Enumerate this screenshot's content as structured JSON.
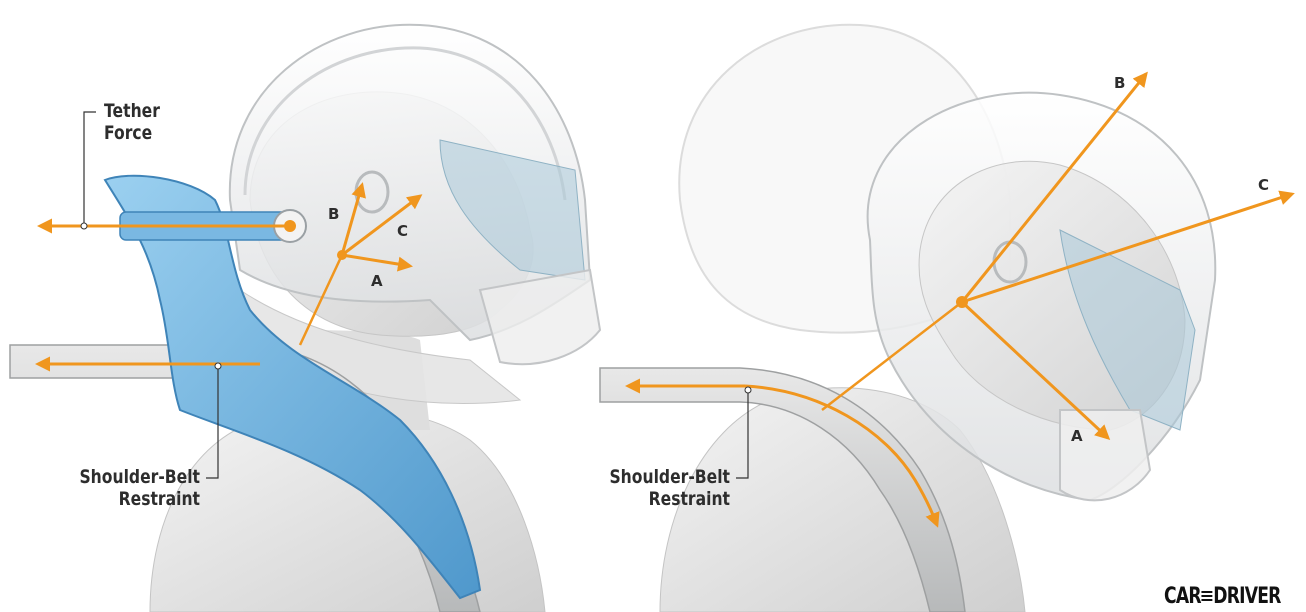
{
  "labels": {
    "tether_force_line1": "Tether",
    "tether_force_line2": "Force",
    "shoulder_belt_left_line1": "Shoulder-Belt",
    "shoulder_belt_left_line2": "Restraint",
    "shoulder_belt_right_line1": "Shoulder-Belt",
    "shoulder_belt_right_line2": "Restraint"
  },
  "points": {
    "left": {
      "a": "A",
      "b": "B",
      "c": "C"
    },
    "right": {
      "a": "A",
      "b": "B",
      "c": "C"
    }
  },
  "brand": {
    "left_word": "CAR",
    "right_word": "DRIVER",
    "logo_text": "CAR and DRIVER"
  },
  "colors": {
    "arrow": "#f0961e",
    "hans_device": "#7ab8e2",
    "helmet": "#e6e8ea",
    "skin": "#d9d9d9",
    "belt": "#c9cbcc",
    "visor": "#a9c8d8",
    "leader_line": "#333333"
  }
}
